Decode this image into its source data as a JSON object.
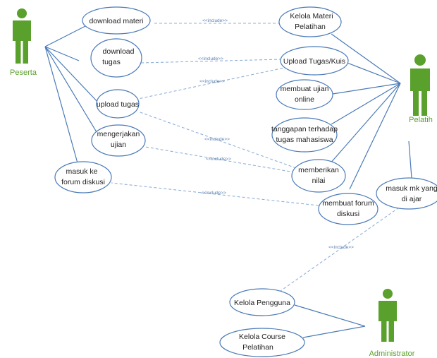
{
  "actors": {
    "peserta": "Peserta",
    "pelatih": "Pelatih",
    "administrator": "Administrator"
  },
  "use_cases": {
    "download_materi": [
      "download materi"
    ],
    "download_tugas": [
      "download",
      "tugas"
    ],
    "upload_tugas": [
      "upload tugas"
    ],
    "mengerjakan_ujian": [
      "mengerjakan",
      "ujian"
    ],
    "masuk_forum": [
      "masuk ke",
      "forum diskusi"
    ],
    "kelola_materi": [
      "Kelola Materi",
      "Pelatihan"
    ],
    "upload_tugas_kuis": [
      "Upload Tugas/Kuis"
    ],
    "membuat_ujian": [
      "membuat ujian",
      "online"
    ],
    "tanggapan": [
      "tanggapan terhadap",
      "tugas mahasiswa"
    ],
    "memberikan_nilai": [
      "memberikan",
      "nilai"
    ],
    "membuat_forum": [
      "membuat forum",
      "diskusi"
    ],
    "masuk_mk": [
      "masuk mk yang",
      "di ajar"
    ],
    "kelola_pengguna": [
      "Kelola Pengguna"
    ],
    "kelola_course": [
      "Kelola Course",
      "Pelatihan"
    ]
  },
  "include_label": "<<include>>",
  "colors": {
    "actor": "#5aa02c",
    "ellipse_stroke": "#4a7ab8",
    "dependency": "#8fb0d8"
  }
}
